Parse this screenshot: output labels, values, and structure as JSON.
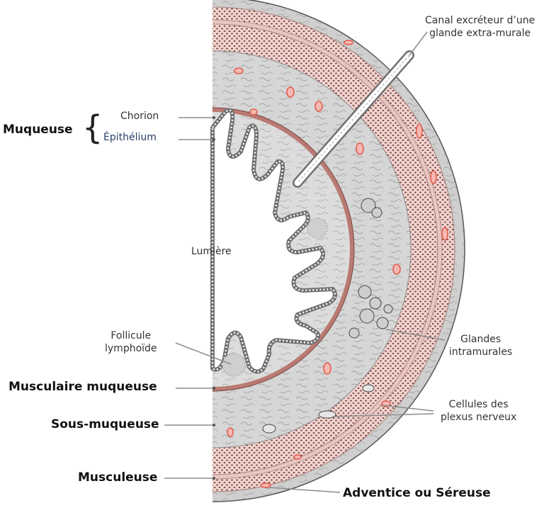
{
  "labels": {
    "canal": [
      "Canal excréteur d’une",
      "glande extra-murale"
    ],
    "chorion": "Chorion",
    "epithelium": "Épithélium",
    "muqueuse": "Muqueuse",
    "lumiere": "Lumière",
    "follicule": [
      "Follicule",
      "lymphoïde"
    ],
    "glandes": [
      "Glandes",
      "intramurales"
    ],
    "musculaire_muqueuse": "Musculaire muqueuse",
    "sous_muqueuse": "Sous-muqueuse",
    "cellules": [
      "Cellules des",
      "plexus nerveux"
    ],
    "musculeuse": "Musculeuse",
    "adventice": "Adventice ou Séreuse"
  },
  "colors": {
    "tissue_gray": "#d6d6d6",
    "muscle_pink": "#f0d3cf",
    "muscle_dots": "#7a4540",
    "muscularis_mucosa": "#b97a73",
    "vessel_red": "#e2584c",
    "epithelium_outline": "#6f6f6f",
    "lumen": "#ffffff"
  }
}
